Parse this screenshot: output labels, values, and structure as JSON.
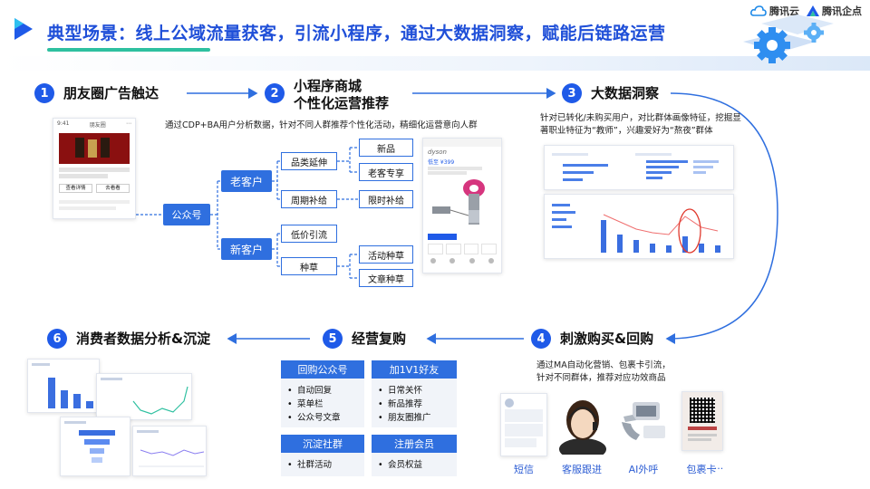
{
  "header": {
    "title": "典型场景：线上公域流量获客，引流小程序，通过大数据洞察，赋能后链路运营",
    "brand_1": "腾讯云",
    "brand_2": "腾讯企点"
  },
  "steps": [
    {
      "num": "1",
      "title": "朋友圈广告触达"
    },
    {
      "num": "2",
      "title_line1": "小程序商城",
      "title_line2": "个性化运营推荐"
    },
    {
      "num": "3",
      "title": "大数据洞察"
    },
    {
      "num": "4",
      "title": "刺激购买&回购"
    },
    {
      "num": "5",
      "title": "经营复购"
    },
    {
      "num": "6",
      "title": "消费者数据分析&沉淀"
    }
  ],
  "step2": {
    "desc": "通过CDP+BA用户分析数据，针对不同人群推荐个性化活动，精细化运营意向人群",
    "public_account": "公众号",
    "old_customer": "老客户",
    "new_customer": "新客户",
    "category_extend": "品类延伸",
    "periodic_supply": "周期补给",
    "low_price": "低价引流",
    "seeding": "种草",
    "new_product": "新品",
    "old_exclusive": "老客专享",
    "limited_time": "限时补给",
    "activity_seeding": "活动种草",
    "article_seeding": "文章种草"
  },
  "step3": {
    "desc": "针对已转化/未购买用户，对比群体画像特征，挖掘显著职业特征为“教师”，兴趣爱好为“熬夜”群体"
  },
  "step4": {
    "desc_line1": "通过MA自动化营销、包裹卡引流，",
    "desc_line2": "针对不同群体，推荐对应功效商品",
    "channels": [
      "短信",
      "客服跟进",
      "AI外呼",
      "包裹卡",
      "..."
    ]
  },
  "step5": {
    "panels": [
      {
        "title": "回购公众号",
        "items": [
          "自动回复",
          "菜单栏",
          "公众号文章"
        ]
      },
      {
        "title": "加1V1好友",
        "items": [
          "日常关怀",
          "新品推荐",
          "朋友圈推广"
        ]
      },
      {
        "title": "沉淀社群",
        "items": [
          "社群活动"
        ]
      },
      {
        "title": "注册会员",
        "items": [
          "会员权益"
        ]
      }
    ]
  },
  "mock_phone": {
    "time": "9:41",
    "title": "朋友圈",
    "btn_1": "查看详情",
    "btn_2": "去看看"
  },
  "mock_shop": {
    "brand": "dyson",
    "tag": "低至 ¥399"
  },
  "colors": {
    "primary": "#1f5ae8",
    "box": "#2f6fdf",
    "accent_green": "#2ec0a0",
    "link": "#2f5fd4"
  },
  "icons": [
    "tencent-cloud-icon",
    "tencent-qidian-icon",
    "gear-icon",
    "arrow-right-icon",
    "arrow-left-icon"
  ]
}
